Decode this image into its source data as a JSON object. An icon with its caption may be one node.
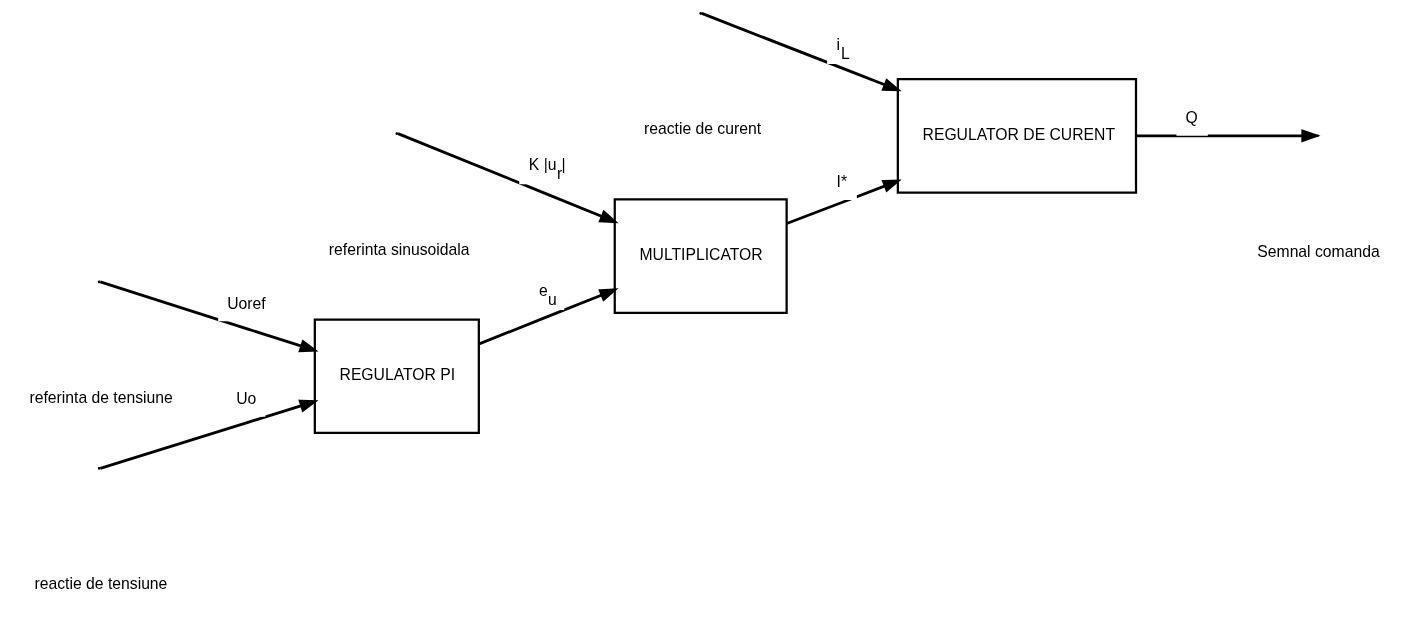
{
  "diagram": {
    "nodes": [
      {
        "text": [
          "REGULATOR PI"
        ]
      },
      {
        "text": [
          "MULTIPLICATOR"
        ]
      },
      {
        "text": [
          "REGULATOR DE CURENT"
        ]
      }
    ],
    "edges": [
      {
        "from": null,
        "to": 0,
        "arrow": "to",
        "label": "Uoref"
      },
      {
        "from": null,
        "to": 0,
        "arrow": "to",
        "label": "Uo"
      },
      {
        "from": 0,
        "to": 1,
        "arrow": "to",
        "label": "e$_{u}$"
      },
      {
        "from": null,
        "to": 1,
        "arrow": "to",
        "label": "K |u$_{r}$|"
      },
      {
        "from": 1,
        "to": 2,
        "arrow": "to",
        "label": "I*"
      },
      {
        "from": null,
        "to": 2,
        "arrow": "to",
        "label": "i$_{L}$"
      },
      {
        "from": 2,
        "to": null,
        "arrow": "to",
        "label": "Q"
      }
    ],
    "labels": [
      "referinta de tensiune",
      "referinta sinusoidala",
      "reactie de tensiune",
      "reactie de curent",
      "Semnal comanda"
    ]
  }
}
